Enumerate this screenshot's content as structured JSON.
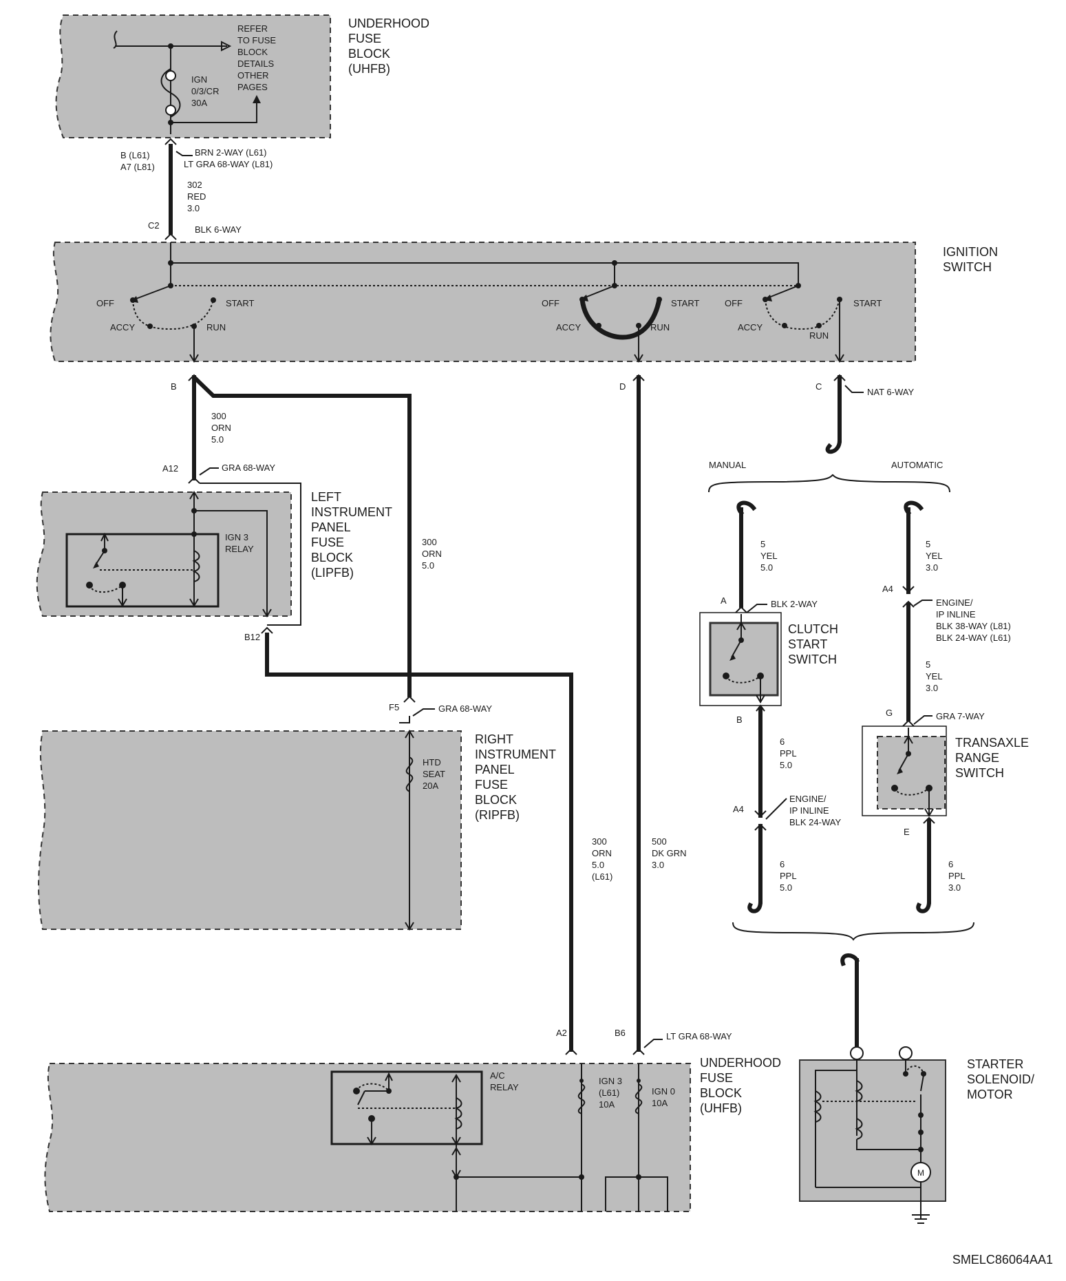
{
  "uhfb_top": {
    "title": [
      "UNDERHOOD",
      "FUSE",
      "BLOCK",
      "(UHFB)"
    ],
    "refer": [
      "REFER",
      "TO FUSE",
      "BLOCK",
      "DETAILS",
      "OTHER",
      "PAGES"
    ],
    "fuse": [
      "IGN",
      "0/3/CR",
      "30A"
    ],
    "conn_left": [
      "B (L61)",
      "A7 (L81)"
    ],
    "conn_right": [
      "BRN 2-WAY (L61)",
      "LT GRA 68-WAY (L81)"
    ]
  },
  "wire_302": [
    "302",
    "RED",
    "3.0"
  ],
  "c2": {
    "pin": "C2",
    "conn": "BLK 6-WAY"
  },
  "ignition": {
    "title": [
      "IGNITION",
      "SWITCH"
    ],
    "pos": {
      "off": "OFF",
      "start": "START",
      "accy": "ACCY",
      "run": "RUN"
    }
  },
  "pins": {
    "b": "B",
    "d": "D",
    "c": "C",
    "c_conn": "NAT 6-WAY"
  },
  "wire_300a": [
    "300",
    "ORN",
    "5.0"
  ],
  "wire_300b": [
    "300",
    "ORN",
    "5.0"
  ],
  "wire_300c": [
    "300",
    "ORN",
    "5.0",
    "(L61)"
  ],
  "wire_500": [
    "500",
    "DK GRN",
    "3.0"
  ],
  "lipfb": {
    "title": [
      "LEFT",
      "INSTRUMENT",
      "PANEL",
      "FUSE",
      "BLOCK",
      "(LIPFB)"
    ],
    "pin_in": "A12",
    "conn": "GRA 68-WAY",
    "pin_out": "B12",
    "relay": [
      "IGN 3",
      "RELAY"
    ]
  },
  "ripfb": {
    "title": [
      "RIGHT",
      "INSTRUMENT",
      "PANEL",
      "FUSE",
      "BLOCK",
      "(RIPFB)"
    ],
    "pin": "F5",
    "conn": "GRA 68-WAY",
    "fuse": [
      "HTD",
      "SEAT",
      "20A"
    ]
  },
  "branch": {
    "manual": "MANUAL",
    "automatic": "AUTOMATIC"
  },
  "manual": {
    "wire_top": [
      "5",
      "YEL",
      "5.0"
    ],
    "pin_a": "A",
    "conn_a": "BLK 2-WAY",
    "title": [
      "CLUTCH",
      "START",
      "SWITCH"
    ],
    "pin_b": "B",
    "wire_mid": [
      "6",
      "PPL",
      "5.0"
    ],
    "pin_a4": "A4",
    "inline": [
      "ENGINE/",
      "IP INLINE",
      "BLK 24-WAY"
    ],
    "wire_bot": [
      "6",
      "PPL",
      "5.0"
    ]
  },
  "automatic": {
    "wire_top": [
      "5",
      "YEL",
      "3.0"
    ],
    "pin_a4": "A4",
    "inline": [
      "ENGINE/",
      "IP INLINE",
      "BLK 38-WAY (L81)",
      "BLK 24-WAY (L61)"
    ],
    "wire_mid": [
      "5",
      "YEL",
      "3.0"
    ],
    "pin_g": "G",
    "conn_g": "GRA 7-WAY",
    "title": [
      "TRANSAXLE",
      "RANGE",
      "SWITCH"
    ],
    "pin_e": "E",
    "wire_bot": [
      "6",
      "PPL",
      "3.0"
    ]
  },
  "uhfb_bottom": {
    "title": [
      "UNDERHOOD",
      "FUSE",
      "BLOCK",
      "(UHFB)"
    ],
    "pin_a2": "A2",
    "pin_b6": "B6",
    "conn": "LT GRA 68-WAY",
    "ac_relay": [
      "A/C",
      "RELAY"
    ],
    "fuse1": [
      "IGN 3",
      "(L61)",
      "10A"
    ],
    "fuse2": [
      "IGN 0",
      "10A"
    ]
  },
  "starter": {
    "title": [
      "STARTER",
      "SOLENOID/",
      "MOTOR"
    ],
    "motor": "M"
  },
  "figure_id": "SMELC86064AA1",
  "colors": {
    "box_fill": "#bdbdbd",
    "wire": "#1a1a1a",
    "background": "#ffffff"
  },
  "icons": [
    "fuse-icon",
    "relay-icon",
    "switch-icon",
    "ground-icon",
    "motor-icon",
    "connector-icon"
  ]
}
